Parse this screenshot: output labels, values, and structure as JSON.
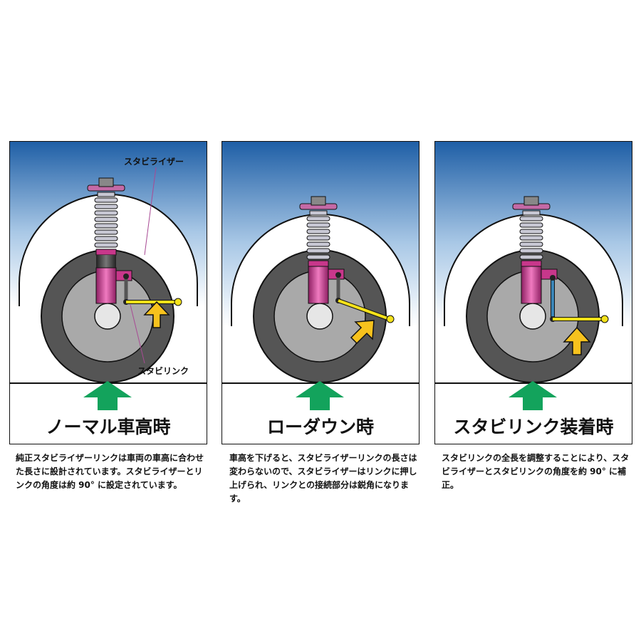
{
  "callouts": {
    "stabilizer": "スタビライザー",
    "stabilink": "スタビリンク"
  },
  "panels": [
    {
      "title": "ノーマル車高時",
      "description": "純正スタビライザーリンクは車両の車高に合わせた長さに設計されています。スタビライザーとリンクの角度は約 90° に設定されています。"
    },
    {
      "title": "ローダウン時",
      "description": "車高を下げると、スタビライザーリンクの長さは変わらないので、スタビライザーはリンクに押し上げられ、リンクとの接続部分は鋭角になります。"
    },
    {
      "title": "スタビリンク装着時",
      "description": "スタビリンクの全長を調整することにより、スタビライザーとスタビリンクの角度を約 90° に補正。"
    }
  ],
  "colors": {
    "sky_top": "#1f5fa6",
    "sky_bottom": "#ffffff",
    "tire": "#555555",
    "rim": "#a9a9a9",
    "hub": "#e6e6e6",
    "shock": "#d23c96",
    "spring": "#b5b5c0",
    "stabilizer_bar": "#f5e21a",
    "arrow_green": "#13a35c",
    "arrow_orange": "#f7c21d",
    "adjustable_link": "#3a86b8"
  },
  "icons": [
    "ground-arrow-icon",
    "push-arrow-icon"
  ]
}
